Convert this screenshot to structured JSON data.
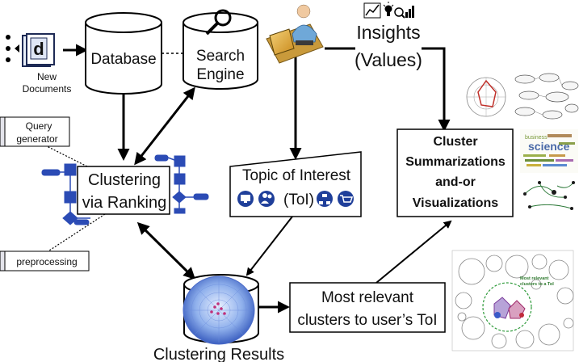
{
  "new_documents": {
    "line1": "New",
    "line2": "Documents",
    "icon_letter": "d"
  },
  "database": {
    "label": "Database"
  },
  "search_engine": {
    "line1": "Search",
    "line2": "Engine"
  },
  "insights": {
    "line1": "Insights",
    "line2": "(Values)"
  },
  "query_generator": {
    "line1": "Query",
    "line2": "generator"
  },
  "clustering_ranking": {
    "line1": "Clustering",
    "line2": "via Ranking"
  },
  "topic_of_interest": {
    "line1": "Topic of Interest",
    "line2": "(ToI)"
  },
  "cluster_summ": {
    "line1": "Cluster",
    "line2": "Summarizations",
    "line3": "and-or",
    "line4": "Visualizations"
  },
  "preprocessing": {
    "label": "preprocessing"
  },
  "most_relevant": {
    "line1": "Most relevant",
    "line2": "clusters to user’s ToI"
  },
  "clustering_results": {
    "label": "Clustering Results"
  },
  "wordcloud_sample": {
    "science": "science",
    "business": "business"
  },
  "cluster_thumb_note": {
    "line1": "Most relevant",
    "line2": "clusters to a ToI"
  },
  "colors": {
    "accent_blue": "#2b4bb5",
    "line": "#000000",
    "panel": "#e3e3ea"
  }
}
